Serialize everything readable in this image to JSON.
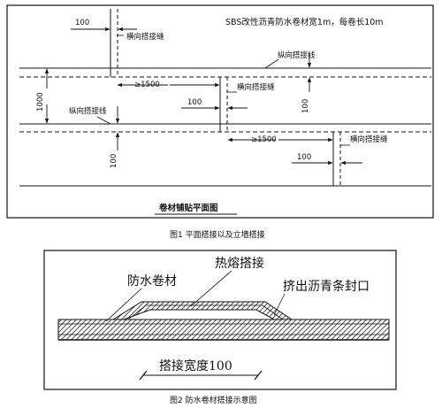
{
  "figure1": {
    "caption": "图1  平面搭接以及立墙搭接",
    "spec_text": "SBS改性沥青防水卷材宽1m，每卷长10m",
    "title_text": "卷材铺贴平面图",
    "labels": {
      "d100_top": "100",
      "transverse_top": "横向搭接缝",
      "longitudinal_top": "纵向搭接线",
      "ge1500_top": "≥1500",
      "transverse_mid": "横向搭接缝",
      "d100_mid": "100",
      "d100_right_vertical": "100",
      "d1000": "1000",
      "longitudinal_left": "纵向搭接线",
      "d100_left_vertical": "100",
      "ge1500_bottom": "≥1500",
      "transverse_bottom": "横向搭接缝",
      "d100_bottom": "100"
    }
  },
  "figure2": {
    "caption": "图2  防水卷材搭接示意图",
    "labels": {
      "membrane": "防水卷材",
      "hot_melt": "热熔搭接",
      "sealing": "挤出沥青条封口",
      "width": "搭接宽度100"
    }
  }
}
